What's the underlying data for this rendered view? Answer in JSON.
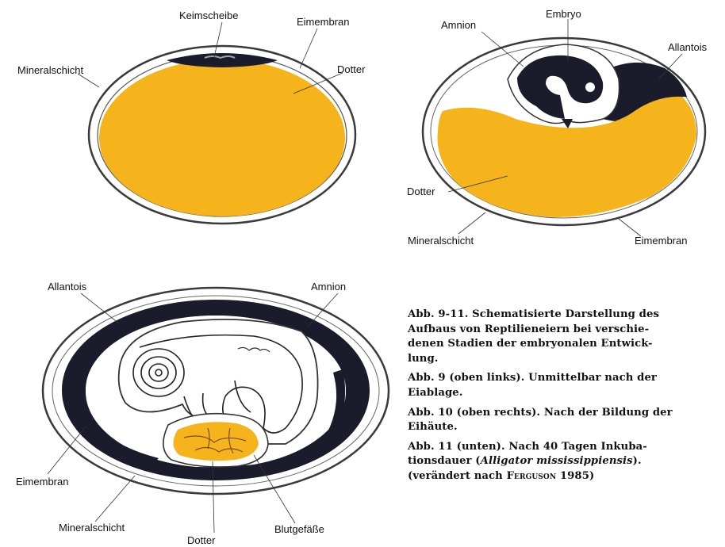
{
  "figure9": {
    "labels": {
      "germinal_disc": "Keimscheibe",
      "egg_membrane": "Eimembran",
      "mineral_layer": "Mineralschicht",
      "yolk": "Dotter"
    }
  },
  "figure10": {
    "labels": {
      "amnion": "Amnion",
      "embryo": "Embryo",
      "allantois": "Allantois",
      "yolk": "Dotter",
      "mineral_layer": "Mineralschicht",
      "egg_membrane": "Eimembran"
    }
  },
  "figure11": {
    "labels": {
      "allantois": "Allantois",
      "amnion": "Amnion",
      "egg_membrane": "Eimembran",
      "mineral_layer": "Mineralschicht",
      "yolk": "Dotter",
      "blood_vessels": "Blutgefäße"
    }
  },
  "caption": {
    "main_l1": "Abb. 9-11. Schematisierte Darstellung des",
    "main_l2": "Aufbaus von Reptilieneiern bei verschie-",
    "main_l3": "denen Stadien der embryonalen Entwick-",
    "main_l4": "lung.",
    "fig9_l1": "Abb. 9 (oben links). Unmittelbar nach der",
    "fig9_l2": "Eiablage.",
    "fig10_l1": "Abb. 10 (oben rechts). Nach der Bildung der",
    "fig10_l2": "Eihäute.",
    "fig11_l1": "Abb. 11 (unten). Nach 40 Tagen Inkuba-",
    "fig11_l2a": "tionsdauer (",
    "fig11_l2_species": "Alligator mississippiensis",
    "fig11_l2b": ").",
    "fig11_l3a": "(verändert nach ",
    "fig11_l3_author": "Ferguson",
    "fig11_l3b": " 1985)"
  },
  "colors": {
    "yolk": "#f6b41c",
    "shell_outline": "#3a3a3a",
    "membrane_dark": "#1a1c2c",
    "amnion_fill": "#ffffff"
  }
}
